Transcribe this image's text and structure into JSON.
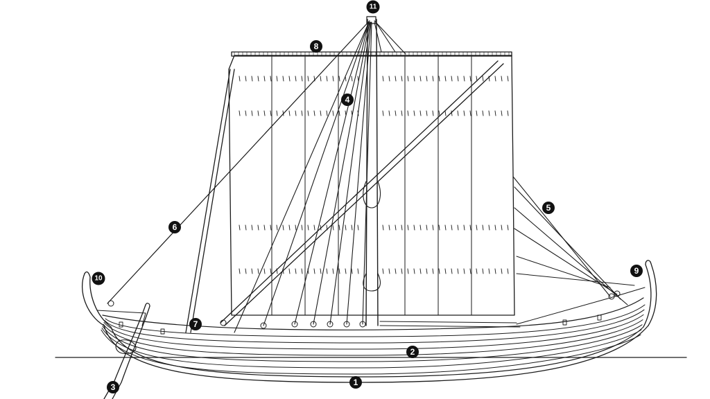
{
  "colors": {
    "line": "#1a1a1a",
    "badge": "#111111",
    "badge_text": "#ffffff",
    "background": "#ffffff"
  },
  "callouts": [
    {
      "id": "c1",
      "label": "1"
    },
    {
      "id": "c2",
      "label": "2"
    },
    {
      "id": "c3",
      "label": "3"
    },
    {
      "id": "c4",
      "label": "4"
    },
    {
      "id": "c5",
      "label": "5"
    },
    {
      "id": "c6",
      "label": "6"
    },
    {
      "id": "c7",
      "label": "7"
    },
    {
      "id": "c8",
      "label": "8"
    },
    {
      "id": "c9",
      "label": "9"
    },
    {
      "id": "c10",
      "label": "10"
    },
    {
      "id": "c11",
      "label": "11"
    }
  ]
}
